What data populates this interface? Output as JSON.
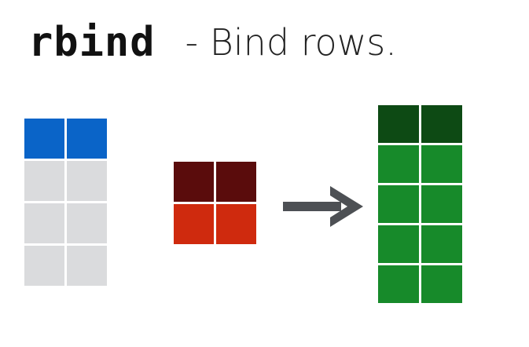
{
  "title": {
    "function_name": "rbind",
    "description": "- Bind rows."
  },
  "colors": {
    "header_blue": "#0a64c8",
    "body_gray": "#dadbdd",
    "header_dark_red": "#5a0c0c",
    "body_red": "#cf2a0e",
    "header_dark_green": "#0d4a14",
    "body_green": "#178a2a",
    "arrow_gray": "#4d5054"
  },
  "tables": {
    "left": {
      "rows": [
        [
          "header",
          "header"
        ],
        [
          "body",
          "body"
        ],
        [
          "body",
          "body"
        ],
        [
          "body",
          "body"
        ]
      ]
    },
    "middle": {
      "rows": [
        [
          "header",
          "header"
        ],
        [
          "body",
          "body"
        ]
      ]
    },
    "result": {
      "rows": [
        [
          "header",
          "header"
        ],
        [
          "body",
          "body"
        ],
        [
          "body",
          "body"
        ],
        [
          "body",
          "body"
        ],
        [
          "body",
          "body"
        ]
      ]
    }
  },
  "icons": {
    "arrow": "right-arrow-icon"
  }
}
